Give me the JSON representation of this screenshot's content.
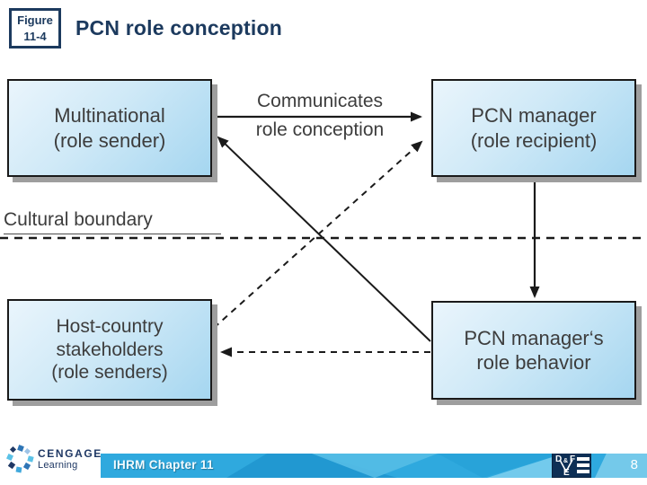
{
  "slide": {
    "figure_badge": {
      "line1": "Figure",
      "line2": "11-4"
    },
    "title": "PCN role conception"
  },
  "diagram": {
    "boxes": {
      "multinational": {
        "lines": [
          "Multinational",
          "(role sender)"
        ]
      },
      "pcn_manager": {
        "lines": [
          "PCN manager",
          "(role recipient)"
        ]
      },
      "host_country": {
        "lines": [
          "Host-country",
          "stakeholders",
          "(role senders)"
        ]
      },
      "pcn_behavior": {
        "lines": [
          "PCN manager‘s",
          "role behavior"
        ]
      }
    },
    "labels": {
      "communicates_line1": "Communicates",
      "communicates_line2": "role conception",
      "cultural_boundary": "Cultural boundary"
    },
    "edges": [
      {
        "from": "multinational",
        "to": "pcn_manager",
        "style": "solid",
        "label": "Communicates role conception"
      },
      {
        "from": "pcn_manager",
        "to": "pcn_behavior",
        "style": "solid",
        "label": ""
      },
      {
        "from": "pcn_behavior",
        "to": "multinational",
        "style": "solid",
        "label": ""
      },
      {
        "from": "host_country",
        "to": "pcn_manager",
        "style": "dashed",
        "label": ""
      },
      {
        "from": "pcn_behavior",
        "to": "host_country",
        "style": "dashed",
        "label": ""
      }
    ]
  },
  "footer": {
    "brand": {
      "name": "CENGAGE",
      "sub": "Learning"
    },
    "chapter": "IHRM Chapter 11",
    "page_number": "8",
    "dfe_logo": {
      "d": "D",
      "amp": "&",
      "f": "F",
      "e": "E"
    }
  },
  "colors": {
    "title_navy": "#1c3a5e",
    "box_border": "#1a1a1a",
    "box_fill_light": "#eaf5fc",
    "box_fill_dark": "#a5d6f0",
    "box_shadow": "#9e9e9e",
    "arrow": "#1a1a1a",
    "footer_bar": "#2fa9de",
    "footer_facet_light": "#74c9ea",
    "dfe_navy": "#0d2f55",
    "cengage_navy": "#1f3864"
  }
}
